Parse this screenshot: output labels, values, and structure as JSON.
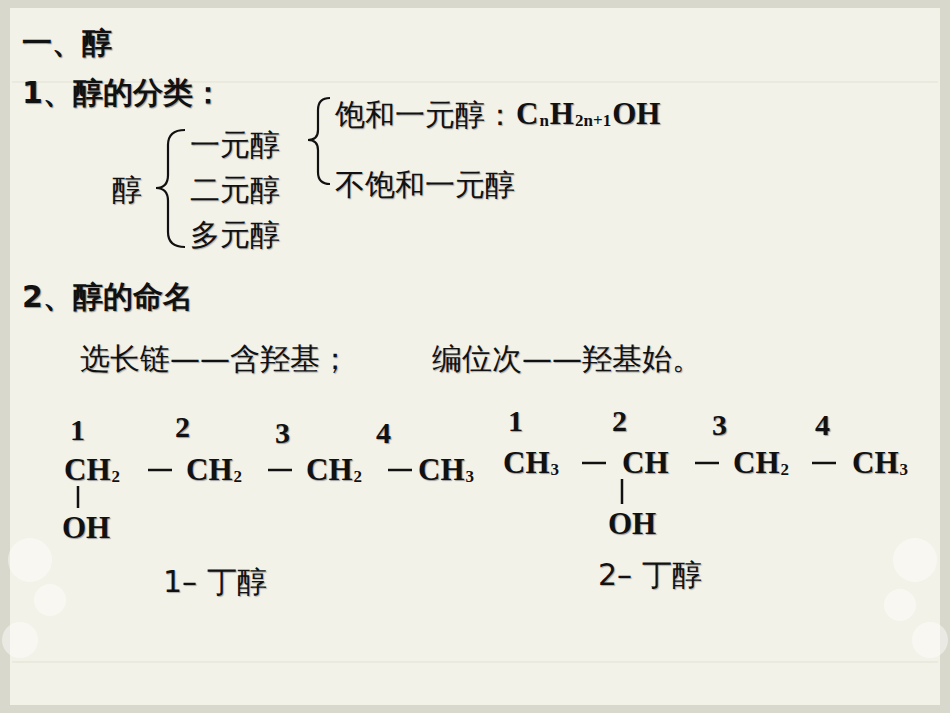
{
  "diagram": {
    "title": "一、醇",
    "labels": [
      "1、醇的分类：",
      "饱和一元醇：",
      "C",
      "n",
      "H",
      "2n+1",
      "OH",
      "醇",
      "一元醇",
      "二元醇",
      "多元醇",
      "不饱和一元醇",
      "2、醇的命名",
      "选长链——含羟基；",
      "编位次——羟基始。",
      "1",
      "2",
      "3",
      "4",
      "CH",
      "2",
      "CH",
      "2",
      "CH",
      "2",
      "CH",
      "3",
      "OH",
      "1– 丁醇",
      "1",
      "2",
      "3",
      "4",
      "CH",
      "3",
      "CH",
      "CH",
      "2",
      "CH",
      "3",
      "OH",
      "2– 丁醇"
    ]
  }
}
